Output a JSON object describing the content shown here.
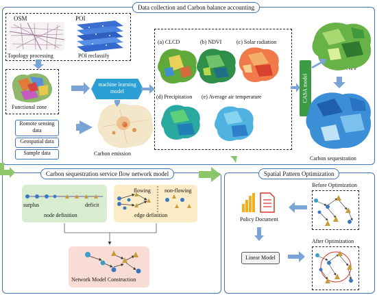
{
  "top": {
    "title": "Data collection and Carbon balance accounting",
    "osm": "OSM",
    "poi": "POI",
    "topology": "Topology processing",
    "poi_reclassify": "POI reclassify",
    "functional_zone": "Functional zone",
    "remote_sensing": "Romote sensing data",
    "geospatial": "Geospatial data",
    "sample": "Sample data",
    "ml_model": "machine learning model",
    "carbon_emission": "Carbon emission",
    "clcd": "(a) CLCD",
    "ndvi": "(b) NDVI",
    "solar": "(c) Solar radiation",
    "precip": "(d) Precipitation",
    "temp": "(e) Average air temperature",
    "casa": "CASA model",
    "npp": "NPP",
    "carbon_seq": "Carbon sequestration"
  },
  "left": {
    "title": "Carbon sequestration service flow network model",
    "surplus": "surplus",
    "deficit": "deficit",
    "node_def": "node definition",
    "flowing": "flowing",
    "non_flowing": "non-flowing",
    "edge_def": "edge definition",
    "network": "Network Model Construction"
  },
  "right": {
    "title": "Spatial Pattern Optimization",
    "before": "Before Optimization",
    "policy": "Policy Document",
    "after": "After Optimization",
    "linear": "Linear Model"
  },
  "colors": {
    "accent_blue": "#3f74b5",
    "arrow_blue": "#7aa3d6",
    "arrow_green": "#8cc66a",
    "casa_green": "#3e9b45",
    "node_green": "#d8ecd0",
    "edge_yellow": "#fbecc7",
    "network_pink": "#f9ddd4"
  }
}
